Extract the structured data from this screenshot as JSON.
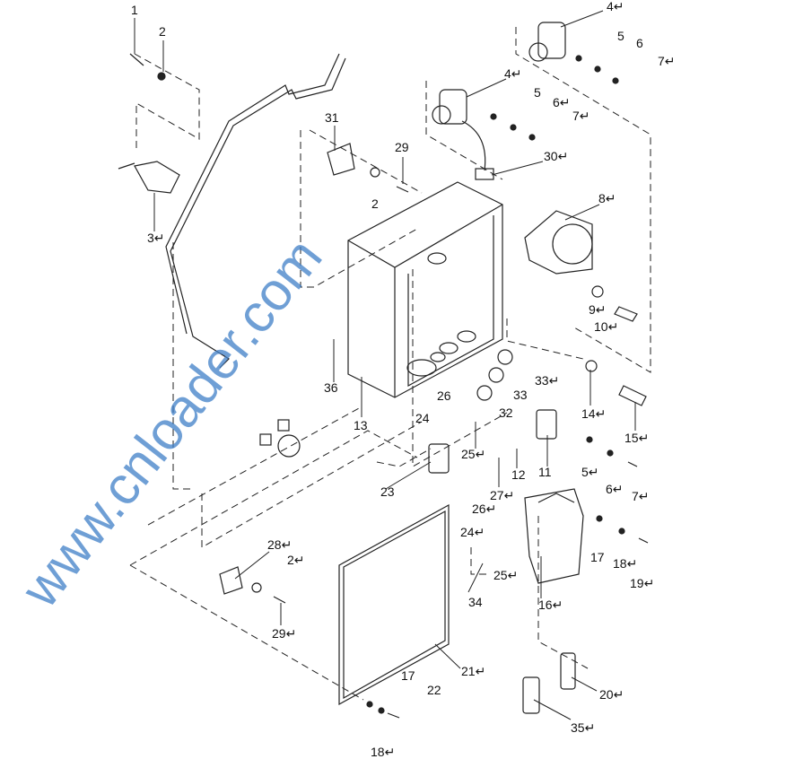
{
  "watermark": "www.cnloader.com",
  "callouts": [
    "1",
    "2",
    "3↵",
    "4↵",
    "5",
    "6",
    "7↵",
    "4↵",
    "5",
    "6↵",
    "7↵",
    "31",
    "29",
    "2",
    "30↵",
    "8↵",
    "9↵",
    "10↵",
    "36",
    "13",
    "26",
    "33↵",
    "33",
    "32",
    "14↵",
    "15↵",
    "24",
    "25↵",
    "11",
    "5↵",
    "12",
    "27↵",
    "6↵",
    "7↵",
    "23",
    "26↵",
    "24↵",
    "25↵",
    "17",
    "18↵",
    "19↵",
    "28↵",
    "2↵",
    "29↵",
    "34",
    "16↵",
    "21↵",
    "17",
    "22",
    "20↵",
    "35↵",
    "18↵"
  ],
  "colors": {
    "line": "#222222",
    "watermark": "#3f7fc8"
  }
}
